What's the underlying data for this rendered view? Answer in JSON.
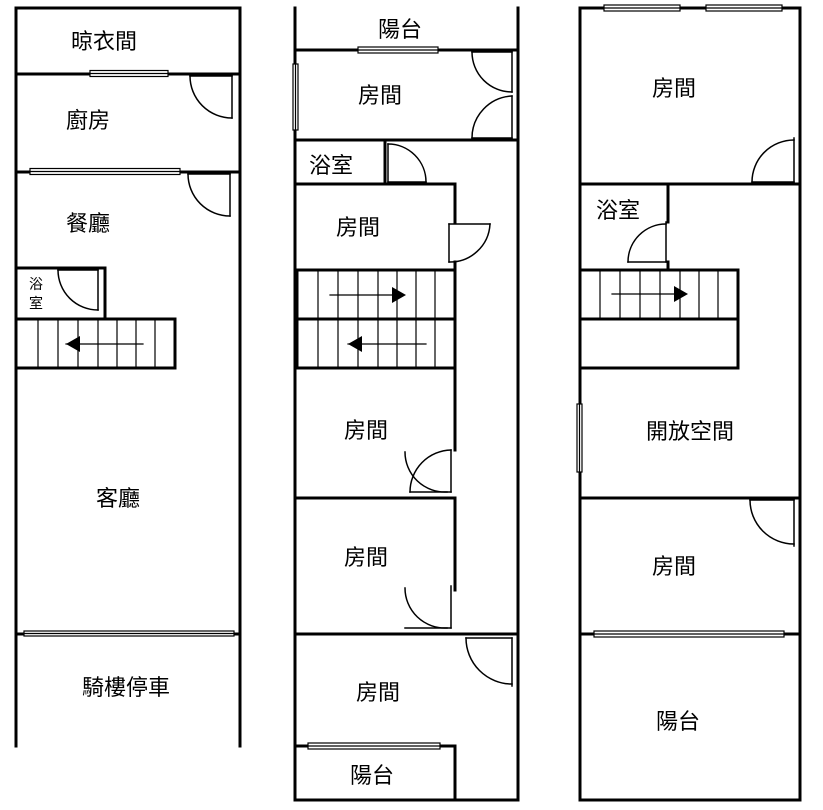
{
  "floor1": {
    "rooms": {
      "drying": "晾衣間",
      "kitchen": "廚房",
      "dining": "餐廳",
      "bath_line1": "浴",
      "bath_line2": "室",
      "living": "客廳",
      "arcade_parking": "騎樓停車"
    }
  },
  "floor2": {
    "rooms": {
      "balcony_top": "陽台",
      "room_top": "房間",
      "bath": "浴室",
      "room_2": "房間",
      "room_3": "房間",
      "room_4": "房間",
      "room_5": "房間",
      "balcony_bottom": "陽台"
    }
  },
  "floor3": {
    "rooms": {
      "room_top": "房間",
      "bath": "浴室",
      "open_space": "開放空間",
      "room_bottom": "房間",
      "balcony": "陽台"
    }
  },
  "colors": {
    "wall": "#000000",
    "window_fill": "#ffffff",
    "background": "#ffffff"
  }
}
